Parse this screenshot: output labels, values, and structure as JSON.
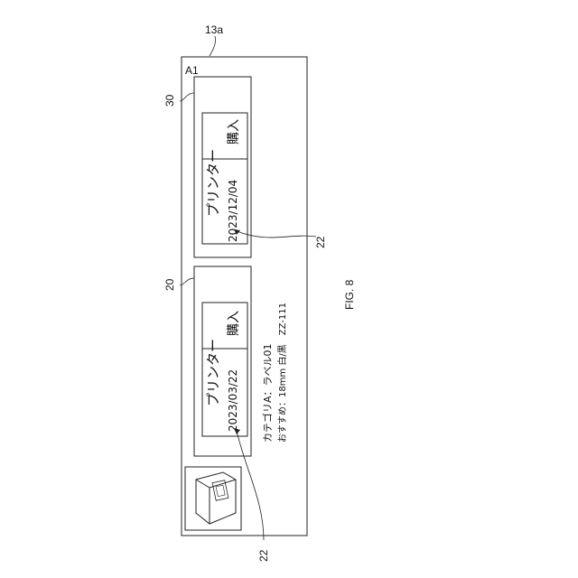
{
  "figure": {
    "label": "FIG. 8"
  },
  "reference_numerals": {
    "screen": "13a",
    "area": "A1",
    "panel_upper": "30",
    "panel_lower": "20",
    "arrow_upper": "22",
    "arrow_lower": "22"
  },
  "upper_panel": {
    "product": "プリンター",
    "date": "2023/12/04",
    "button": "購入"
  },
  "lower_panel": {
    "product": "プリンター",
    "date": "2023/03/22",
    "button": "購入"
  },
  "info": {
    "category_line": "カテゴリA：ラベル01",
    "recommend_line": "おすすめ：18mm 白/黒　ZZ-111"
  }
}
